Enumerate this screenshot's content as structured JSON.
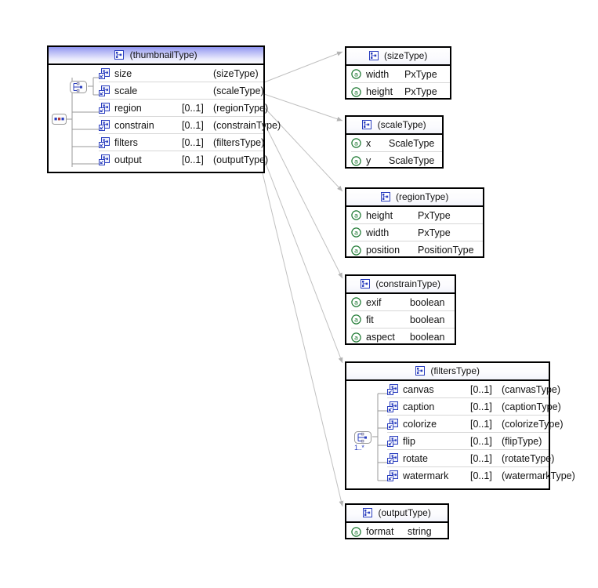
{
  "diagram": {
    "kind": "xml-schema-type-diagram",
    "colors": {
      "header_accent": "#8e92ef",
      "attribute_icon": "#1f7a33",
      "element_icon": "#2b3fbf",
      "connector": "#b3b3b3",
      "row_divider": "#d7d7d7",
      "border": "#000000"
    }
  },
  "root_box": {
    "title": "(thumbnailType)",
    "title_icon": "schema-type-icon",
    "compositor_icon": "sequence-compositor-icon",
    "inner_compositor_icon": "all-compositor-icon",
    "rows": [
      {
        "icon": "element-icon",
        "name": "size",
        "occurrence": "",
        "type": "(sizeType)"
      },
      {
        "icon": "element-icon",
        "name": "scale",
        "occurrence": "",
        "type": "(scaleType)"
      },
      {
        "icon": "element-icon",
        "name": "region",
        "occurrence": "[0..1]",
        "type": "(regionType)"
      },
      {
        "icon": "element-icon",
        "name": "constrain",
        "occurrence": "[0..1]",
        "type": "(constrainType)"
      },
      {
        "icon": "element-icon",
        "name": "filters",
        "occurrence": "[0..1]",
        "type": "(filtersType)"
      },
      {
        "icon": "element-icon",
        "name": "output",
        "occurrence": "[0..1]",
        "type": "(outputType)"
      }
    ]
  },
  "type_boxes": [
    {
      "id": "sizeType",
      "title": "(sizeType)",
      "title_icon": "schema-type-icon",
      "rows": [
        {
          "icon": "attribute-icon",
          "name": "width",
          "type": "PxType"
        },
        {
          "icon": "attribute-icon",
          "name": "height",
          "type": "PxType"
        }
      ]
    },
    {
      "id": "scaleType",
      "title": "(scaleType)",
      "title_icon": "schema-type-icon",
      "rows": [
        {
          "icon": "attribute-icon",
          "name": "x",
          "type": "ScaleType"
        },
        {
          "icon": "attribute-icon",
          "name": "y",
          "type": "ScaleType"
        }
      ]
    },
    {
      "id": "regionType",
      "title": "(regionType)",
      "title_icon": "schema-type-icon",
      "rows": [
        {
          "icon": "attribute-icon",
          "name": "height",
          "type": "PxType"
        },
        {
          "icon": "attribute-icon",
          "name": "width",
          "type": "PxType"
        },
        {
          "icon": "attribute-icon",
          "name": "position",
          "type": "PositionType"
        }
      ]
    },
    {
      "id": "constrainType",
      "title": "(constrainType)",
      "title_icon": "schema-type-icon",
      "rows": [
        {
          "icon": "attribute-icon",
          "name": "exif",
          "type": "boolean"
        },
        {
          "icon": "attribute-icon",
          "name": "fit",
          "type": "boolean"
        },
        {
          "icon": "attribute-icon",
          "name": "aspect",
          "type": "boolean"
        }
      ]
    },
    {
      "id": "outputType",
      "title": "(outputType)",
      "title_icon": "schema-type-icon",
      "rows": [
        {
          "icon": "attribute-icon",
          "name": "format",
          "type": "string"
        }
      ]
    }
  ],
  "filters_box": {
    "id": "filtersType",
    "title": "(filtersType)",
    "title_icon": "schema-type-icon",
    "compositor_icon": "all-compositor-icon",
    "compositor_occurrence": "1..*",
    "rows": [
      {
        "icon": "element-icon",
        "name": "canvas",
        "occurrence": "[0..1]",
        "type": "(canvasType)"
      },
      {
        "icon": "element-icon",
        "name": "caption",
        "occurrence": "[0..1]",
        "type": "(captionType)"
      },
      {
        "icon": "element-icon",
        "name": "colorize",
        "occurrence": "[0..1]",
        "type": "(colorizeType)"
      },
      {
        "icon": "element-icon",
        "name": "flip",
        "occurrence": "[0..1]",
        "type": "(flipType)"
      },
      {
        "icon": "element-icon",
        "name": "rotate",
        "occurrence": "[0..1]",
        "type": "(rotateType)"
      },
      {
        "icon": "element-icon",
        "name": "watermark",
        "occurrence": "[0..1]",
        "type": "(watermarkType)"
      }
    ]
  }
}
